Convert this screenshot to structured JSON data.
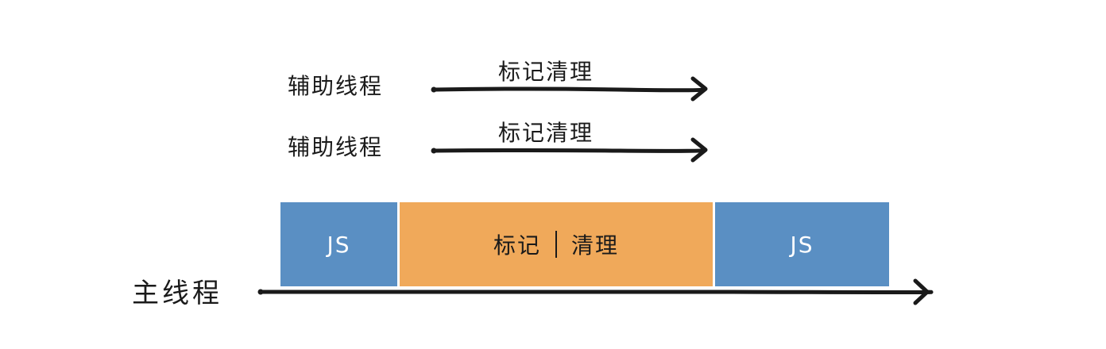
{
  "helper_threads": [
    {
      "thread_label": "辅助线程",
      "task_label": "标记清理"
    },
    {
      "thread_label": "辅助线程",
      "task_label": "标记清理"
    }
  ],
  "main_thread": {
    "thread_label": "主线程",
    "blocks": [
      {
        "kind": "js",
        "label": "JS"
      },
      {
        "kind": "gc",
        "label_left": "标记",
        "label_right": "清理"
      },
      {
        "kind": "js",
        "label": "JS"
      }
    ]
  },
  "colors": {
    "js_block": "#5a8fc3",
    "gc_block": "#f0a95a",
    "ink": "#1a1a1a"
  }
}
